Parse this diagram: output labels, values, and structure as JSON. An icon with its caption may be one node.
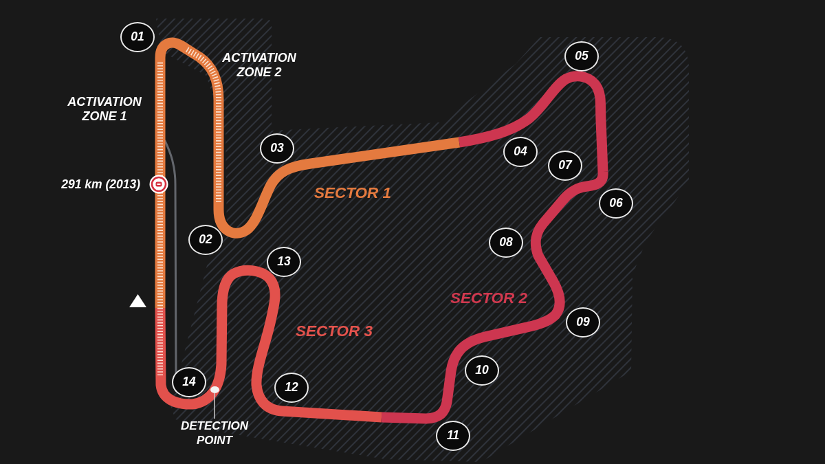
{
  "diagram": {
    "nodes": [
      {
        "text": [
          "01"
        ]
      },
      {
        "text": [
          "02"
        ]
      },
      {
        "text": [
          "03"
        ]
      },
      {
        "text": [
          "04"
        ]
      },
      {
        "text": [
          "05"
        ]
      },
      {
        "text": [
          "06"
        ]
      },
      {
        "text": [
          "07"
        ]
      },
      {
        "text": [
          "08"
        ]
      },
      {
        "text": [
          "09"
        ]
      },
      {
        "text": [
          "10"
        ]
      },
      {
        "text": [
          "11"
        ]
      },
      {
        "text": [
          "12"
        ]
      },
      {
        "text": [
          "13"
        ]
      },
      {
        "text": [
          "14"
        ]
      },
      {
        "text": [
          "DETECTION POINT"
        ]
      },
      {
        "text": [],
        "shape": "circle"
      }
    ],
    "edges": [
      {
        "from": 14,
        "to": 15,
        "arrow": "none"
      }
    ],
    "labels": [
      "ACTIVATION ZONE 2",
      "ACTIVATION ZONE 1",
      "291 km (2013)",
      "SECTOR 1",
      "SECTOR 2",
      "SECTOR 3"
    ]
  }
}
